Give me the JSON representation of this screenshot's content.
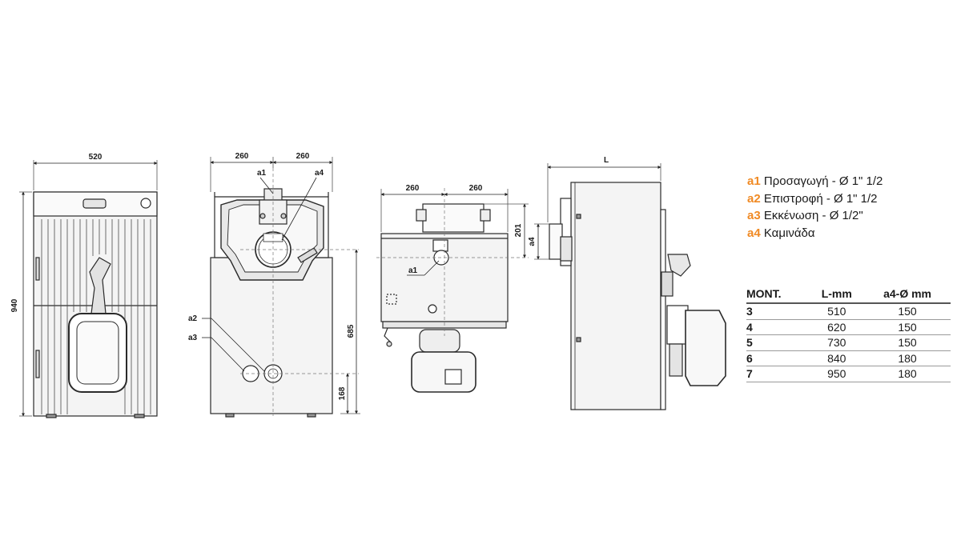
{
  "dimensions": {
    "front_width": "520",
    "front_height": "940",
    "rear_left": "260",
    "rear_right": "260",
    "rear_height_a2": "685",
    "rear_height_a3": "168",
    "top_left": "260",
    "top_right": "260",
    "top_depth": "201",
    "top_a4": "a4",
    "side_length": "L"
  },
  "callouts": {
    "a1": "a1",
    "a2": "a2",
    "a3": "a3",
    "a4": "a4"
  },
  "legend": [
    {
      "code": "a1",
      "text": "Προσαγωγή - Ø 1\" 1/2"
    },
    {
      "code": "a2",
      "text": "Επιστροφή - Ø 1\" 1/2"
    },
    {
      "code": "a3",
      "text": "Εκκένωση - Ø 1/2\""
    },
    {
      "code": "a4",
      "text": "Καμινάδα"
    }
  ],
  "table": {
    "headers": [
      "MONT.",
      "L-mm",
      "a4-Ø mm"
    ],
    "rows": [
      [
        "3",
        "510",
        "150"
      ],
      [
        "4",
        "620",
        "150"
      ],
      [
        "5",
        "730",
        "150"
      ],
      [
        "6",
        "840",
        "180"
      ],
      [
        "7",
        "950",
        "180"
      ]
    ]
  },
  "colors": {
    "accent": "#f08a24",
    "line": "#2a2a2a",
    "body_fill": "#f4f4f4"
  }
}
